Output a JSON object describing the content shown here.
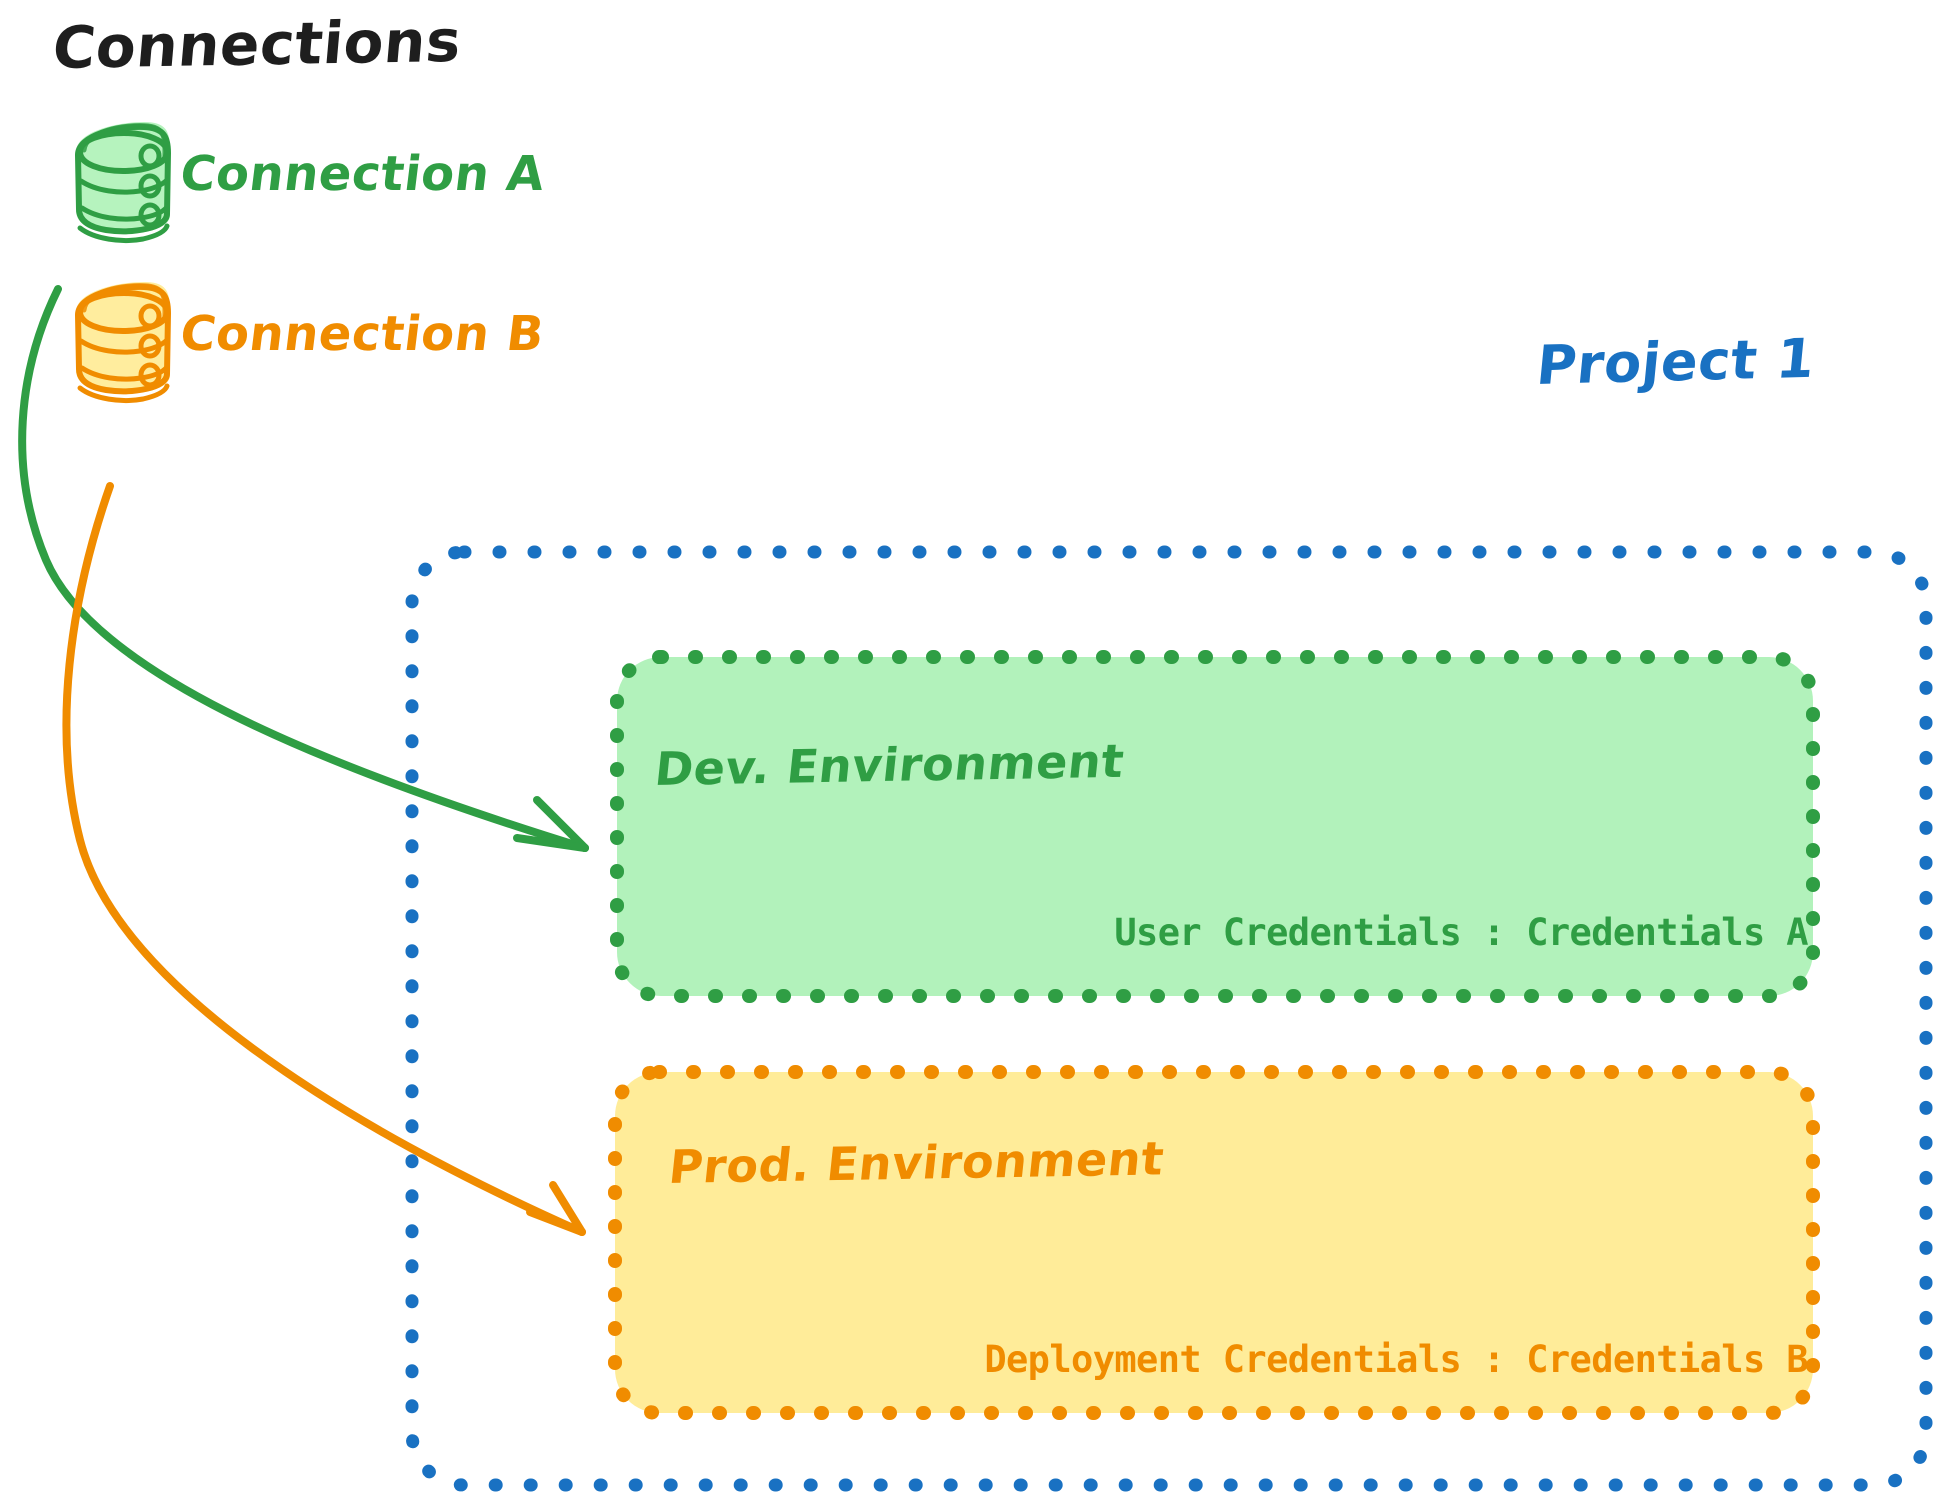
{
  "diagram": {
    "title": "Connections",
    "connections": [
      {
        "icon": "database-icon",
        "label": "Connection A",
        "color": "#2f9e44",
        "fill": "#b2f2bb"
      },
      {
        "icon": "database-icon",
        "label": "Connection B",
        "color": "#f08c00",
        "fill": "#ffec99"
      }
    ],
    "project": {
      "label": "Project 1",
      "color": "#1971c2",
      "environments": [
        {
          "title": "Dev. Environment",
          "detail": "User Credentials : Credentials A",
          "color": "#2f9e44",
          "fill": "#b2f2bb"
        },
        {
          "title": "Prod. Environment",
          "detail": "Deployment Credentials : Credentials B",
          "color": "#f08c00",
          "fill": "#ffec99"
        }
      ]
    },
    "arrows": [
      {
        "name": "connection-a-to-dev-env",
        "color": "#2f9e44"
      },
      {
        "name": "connection-b-to-prod-env",
        "color": "#f08c00"
      }
    ]
  }
}
